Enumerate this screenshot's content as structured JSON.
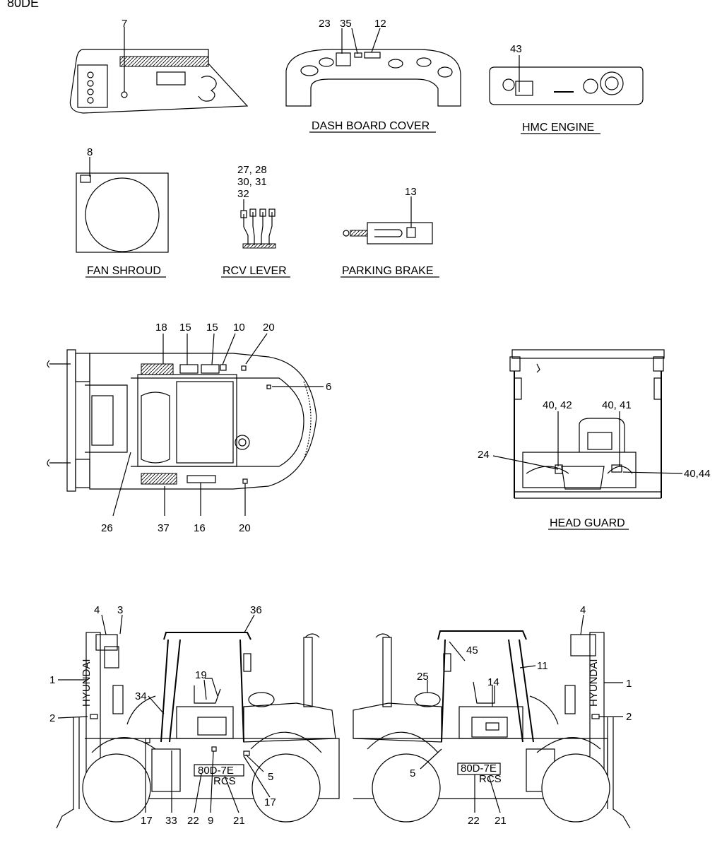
{
  "header": {
    "model": "80DE"
  },
  "captions": {
    "dash_board_cover": "DASH BOARD COVER",
    "hmc_engine": "HMC ENGINE",
    "fan_shroud": "FAN SHROUD",
    "rcv_lever": "RCV LEVER",
    "parking_brake": "PARKING BRAKE",
    "head_guard": "HEAD GUARD"
  },
  "callouts": {
    "c7": "7",
    "c23": "23",
    "c35": "35",
    "c12": "12",
    "c43": "43",
    "c8": "8",
    "c27_28": "27, 28",
    "c30_31": "30, 31",
    "c32": "32",
    "c13": "13",
    "top_18": "18",
    "top_15a": "15",
    "top_15b": "15",
    "top_10": "10",
    "top_20a": "20",
    "top_6": "6",
    "top_26": "26",
    "top_37": "37",
    "top_16": "16",
    "top_20b": "20",
    "hg_40_42": "40, 42",
    "hg_40_41": "40, 41",
    "hg_24": "24",
    "hg_40_44": "40,44",
    "l_4": "4",
    "l_3": "3",
    "l_36": "36",
    "l_1": "1",
    "l_19": "19",
    "l_34": "34",
    "l_2": "2",
    "l_5": "5",
    "l_17a": "17",
    "l_17b": "17",
    "l_33": "33",
    "l_22": "22",
    "l_9": "9",
    "l_21": "21",
    "r_4": "4",
    "r_45": "45",
    "r_11": "11",
    "r_25": "25",
    "r_14": "14",
    "r_1": "1",
    "r_2": "2",
    "r_5": "5",
    "r_22": "22",
    "r_21": "21"
  },
  "decals": {
    "brand_vertical": "HYUNDAI",
    "model_plate": "80D-7E",
    "sub_plate": "RCS"
  }
}
